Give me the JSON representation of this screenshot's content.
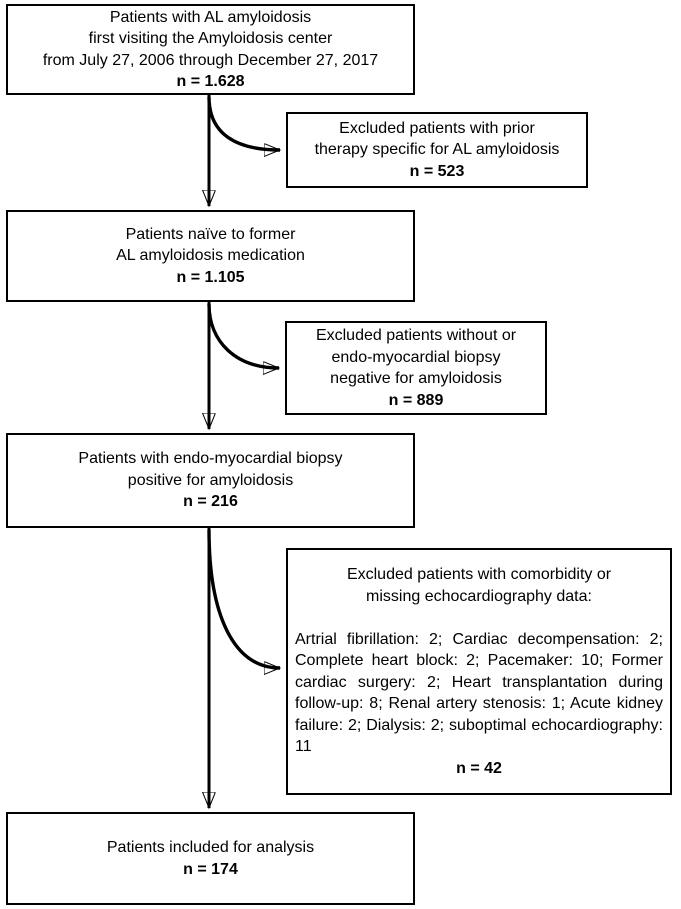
{
  "figure": {
    "background_color": "#ffffff",
    "line_color": "#000000"
  },
  "boxes": {
    "cohort_initial": {
      "lines": [
        "Patients with AL amyloidosis",
        "first visiting the Amyloidosis center",
        "from July 27, 2006 through December 27, 2017"
      ],
      "n": "n = 1.628"
    },
    "excluded_prior_therapy": {
      "lines": [
        "Excluded patients with prior",
        "therapy specific for AL amyloidosis"
      ],
      "n": "n = 523"
    },
    "cohort_naive": {
      "lines": [
        "Patients naïve to former",
        "AL amyloidosis medication"
      ],
      "n": "n = 1.105"
    },
    "excluded_no_biopsy": {
      "lines": [
        "Excluded patients without or",
        "endo-myocardial biopsy",
        "negative for amyloidosis"
      ],
      "n": "n = 889"
    },
    "cohort_biopsy_positive": {
      "lines": [
        "Patients with endo-myocardial biopsy",
        "positive for amyloidosis"
      ],
      "n": "n = 216"
    },
    "excluded_comorbidity": {
      "header_lines": [
        "Excluded patients with comorbidity or",
        "missing echocardiography data:"
      ],
      "details": "Artrial fibrillation: 2; Cardiac decompensation: 2; Complete heart block: 2; Pacemaker: 10; Former cardiac surgery: 2; Heart transplantation during follow-up: 8; Renal artery stenosis: 1; Acute kidney failure: 2; Dialysis: 2; suboptimal echocardiography: 11",
      "n": "n = 42"
    },
    "cohort_final": {
      "lines": [
        "Patients included for analysis"
      ],
      "n": "n = 174"
    }
  }
}
